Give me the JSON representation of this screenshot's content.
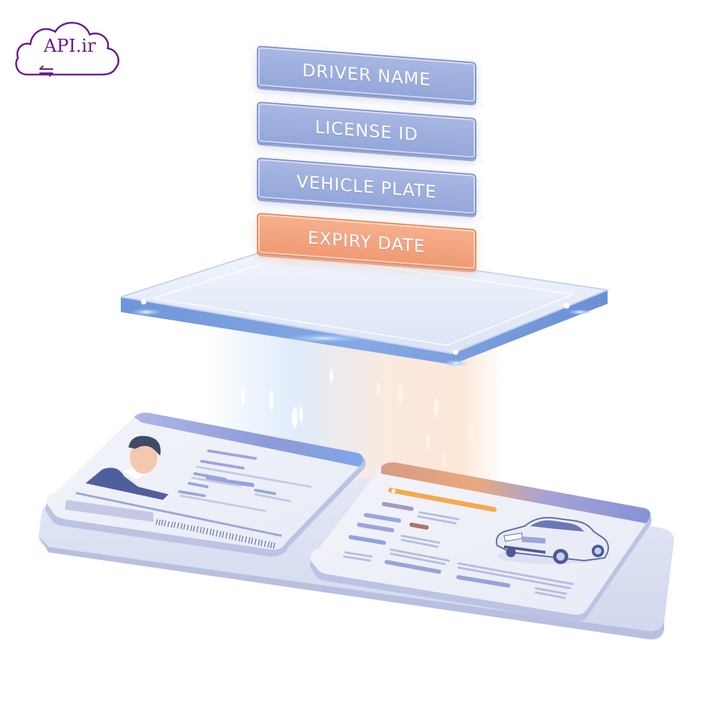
{
  "logo": {
    "text": "API.ir",
    "icon": "cloud-exchange-icon",
    "color": "#6a1b8a"
  },
  "tags": [
    {
      "label": "DRIVER NAME",
      "color": "#9aabdd",
      "type": "field"
    },
    {
      "label": "LICENSE ID",
      "color": "#9aabdd",
      "type": "field"
    },
    {
      "label": "VEHICLE PLATE",
      "color": "#9aabdd",
      "type": "field"
    },
    {
      "label": "EXPIRY DATE",
      "color": "#f2a47e",
      "type": "highlighted-field"
    }
  ],
  "scanner": {
    "icon": "glass-scanner-plate-icon",
    "beam_colors": {
      "left": "#7fb6f0",
      "right": "#f5a46a"
    }
  },
  "cards": [
    {
      "name": "driver-license-card",
      "icon": "person-avatar-icon",
      "has_barcode": true,
      "header_color": "#8e9ad8"
    },
    {
      "name": "vehicle-registration-card",
      "icon": "car-icon",
      "highlight_bar_color": "#f3a94e",
      "header_color": "#8e9ad8"
    }
  ],
  "colors": {
    "primary_blue": "#8e9fd6",
    "accent_orange": "#ef9a72",
    "card_bg": "#eef0f8",
    "base_plate": "#c9cfe8"
  }
}
